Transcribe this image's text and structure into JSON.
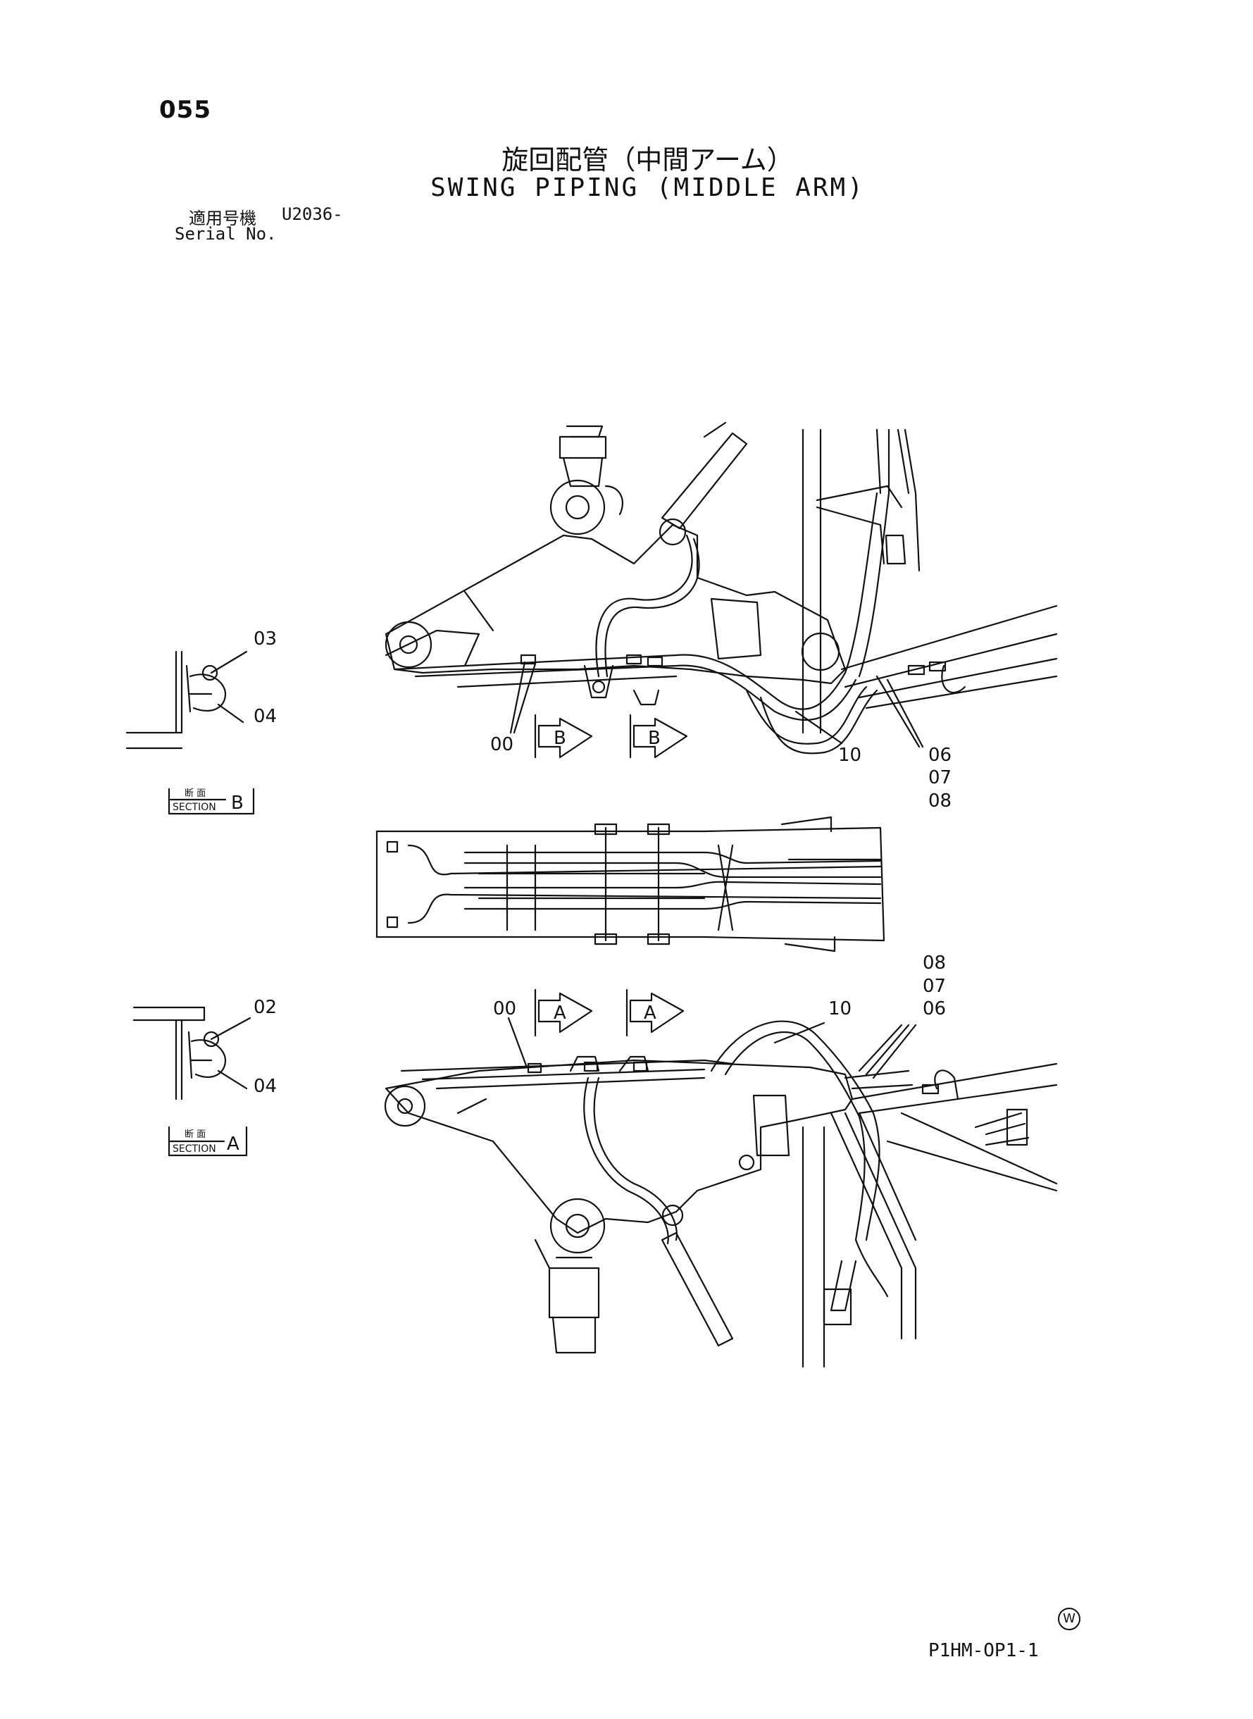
{
  "header": {
    "page_number": "055",
    "title_jp": "旋回配管（中間アーム）",
    "title_en": "SWING PIPING (MIDDLE ARM)"
  },
  "serial": {
    "label_jp": "適用号機",
    "value": "U2036-",
    "label_en": "Serial No."
  },
  "callouts": {
    "c03": "03",
    "c04_b": "04",
    "c02": "02",
    "c04_a": "04",
    "c00_top": "00",
    "c10_top": "10",
    "c06_top": "06",
    "c07_top": "07",
    "c08_top": "08",
    "c08_bot": "08",
    "c07_bot": "07",
    "c06_bot": "06",
    "c00_bot": "00",
    "c10_bot": "10"
  },
  "section_marks": {
    "b1": "B",
    "b2": "B",
    "a1": "A",
    "a2": "A"
  },
  "section_boxes": {
    "b_jp": "断 面",
    "b_en": "SECTION",
    "b_letter": "B",
    "a_jp": "断 面",
    "a_en": "SECTION",
    "a_letter": "A"
  },
  "footer": {
    "mark": "W",
    "code": "P1HM-OP1-1"
  }
}
